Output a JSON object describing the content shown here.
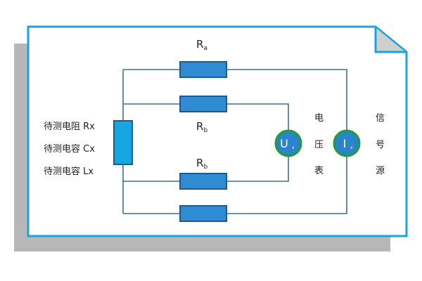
{
  "colors": {
    "frame_border": "#1aa3de",
    "shadow": "#b7b7b7",
    "fold": "#cfcfcf",
    "wire": "#3f6e96",
    "resistor_fill": "#2f8bd2",
    "resistor_border": "#1d5b8f",
    "dut_fill": "#16a7e3",
    "meter_ring": "#1e9e36",
    "meter_fill": "#2b83c9",
    "text": "#222222"
  },
  "icons": {
    "voltmeter": "circle-meter-icon",
    "ammeter": "circle-meter-icon",
    "page_fold": "folded-corner-icon"
  },
  "resistors": {
    "ra": {
      "letter": "R",
      "sub": "a"
    },
    "rb_upper": {
      "letter": "R",
      "sub": "b"
    },
    "rb_lower": {
      "letter": "R",
      "sub": "b"
    }
  },
  "dut_labels": {
    "line1": "待测电阻 Rx",
    "line2": "待测电容 Cx",
    "line3": "待测电容 Lx"
  },
  "voltmeter": {
    "letter": "U",
    "sub": "x",
    "caption_1": "电",
    "caption_2": "压",
    "caption_3": "表"
  },
  "ammeter": {
    "letter": "I",
    "sub": "x",
    "caption_1": "信",
    "caption_2": "号",
    "caption_3": "源"
  }
}
